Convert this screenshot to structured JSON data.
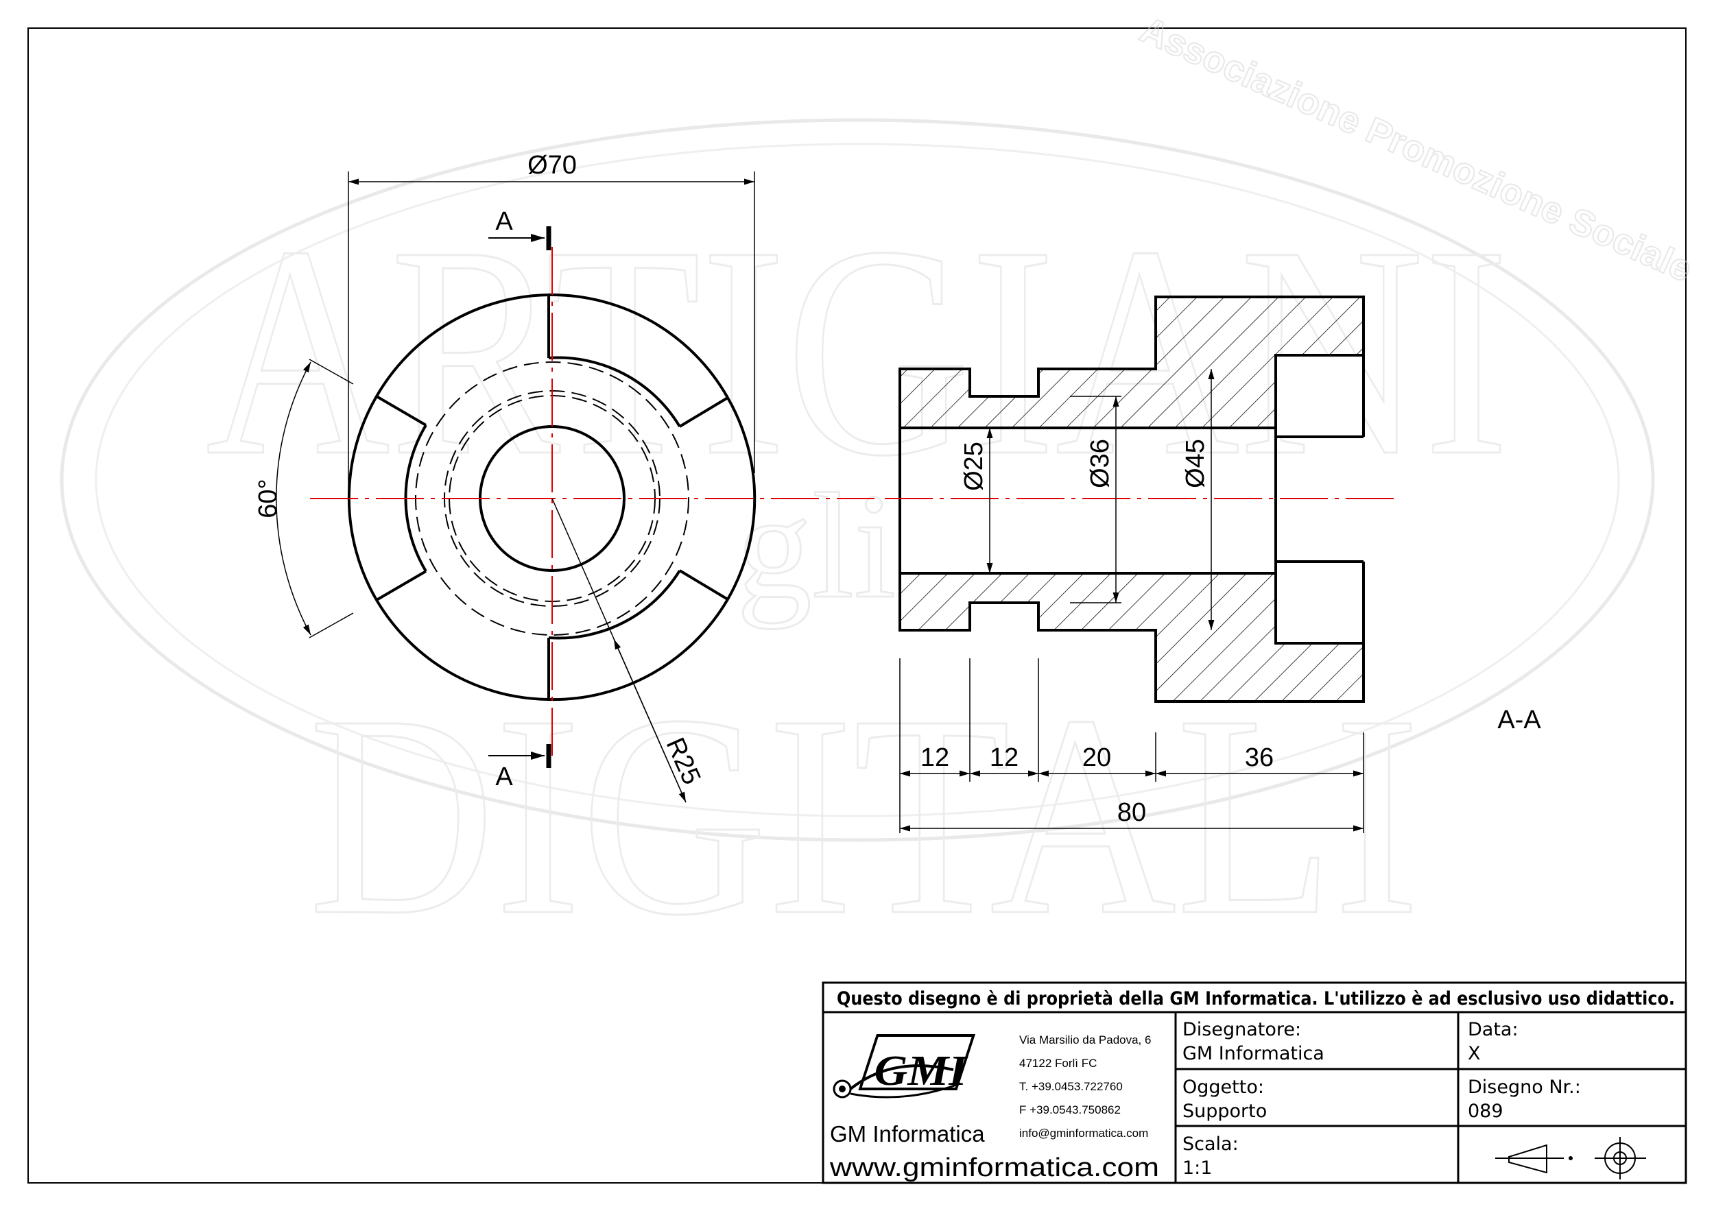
{
  "watermark": {
    "arc_text": "Associazione Promozione Sociale",
    "line1": "ARTIGIANI",
    "line2": "gli",
    "line3": "DIGITALI"
  },
  "front_view": {
    "diameter_label": "Ø70",
    "angle_label": "60°",
    "radius_label": "R25",
    "section_mark_top": "A",
    "section_mark_bottom": "A"
  },
  "section_view": {
    "title": "A-A",
    "diameter_labels": [
      "Ø25",
      "Ø36",
      "Ø45"
    ],
    "lengths": [
      "12",
      "12",
      "20",
      "36"
    ],
    "total_length": "80"
  },
  "title_block": {
    "notice": "Questo disegno è di proprietà della GM Informatica. L'utilizzo è ad esclusivo uso didattico.",
    "logo_text": "GMI",
    "company": "GM Informatica",
    "website": "www.gminformatica.com",
    "address": [
      "Via Marsilio da Padova, 6",
      "47122  Forlì  FC",
      "T. +39.0453.722760",
      "F +39.0543.750862",
      "info@gminformatica.com"
    ],
    "designer_label": "Disegnatore:",
    "designer_value": "GM  Informatica",
    "date_label": "Data:",
    "date_value": "X",
    "object_label": "Oggetto:",
    "object_value": "Supporto",
    "drawing_no_label": "Disegno  Nr.:",
    "drawing_no_value": "089",
    "scale_label": "Scala:",
    "scale_value": "1:1"
  }
}
